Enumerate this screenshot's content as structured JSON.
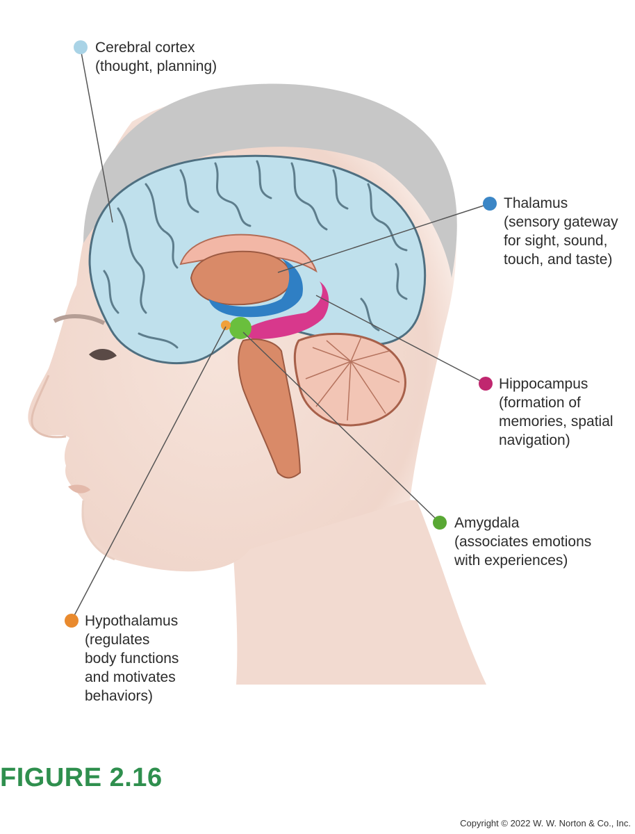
{
  "labels": {
    "cerebral_cortex": {
      "name": "Cerebral cortex",
      "desc": [
        "(thought, planning)"
      ],
      "color": "#a9d3e6"
    },
    "thalamus": {
      "name": "Thalamus",
      "desc": [
        "(sensory gateway",
        "for sight, sound,",
        "touch, and taste)"
      ],
      "color": "#3b86c6"
    },
    "hippocampus": {
      "name": "Hippocampus",
      "desc": [
        "(formation of",
        "memories, spatial",
        "navigation)"
      ],
      "color": "#c0276f"
    },
    "amygdala": {
      "name": "Amygdala",
      "desc": [
        "(associates emotions",
        "with experiences)"
      ],
      "color": "#59a834"
    },
    "hypothalamus": {
      "name": "Hypothalamus",
      "desc": [
        "(regulates",
        "body functions",
        "and motivates",
        "behaviors)"
      ],
      "color": "#e98a2e"
    }
  },
  "figure_label": "FIGURE 2.16",
  "figure_label_color": "#2f8f4e",
  "copyright": "Copyright © 2022 W. W. Norton & Co., Inc.",
  "colors": {
    "skin": "#f3dcd2",
    "hair": "#c9c9c9",
    "cortex": "#bfe0ec",
    "cortex_stroke": "#4f6f80",
    "brainstem": "#d98a68",
    "cerebellum": "#f2c5b5"
  }
}
